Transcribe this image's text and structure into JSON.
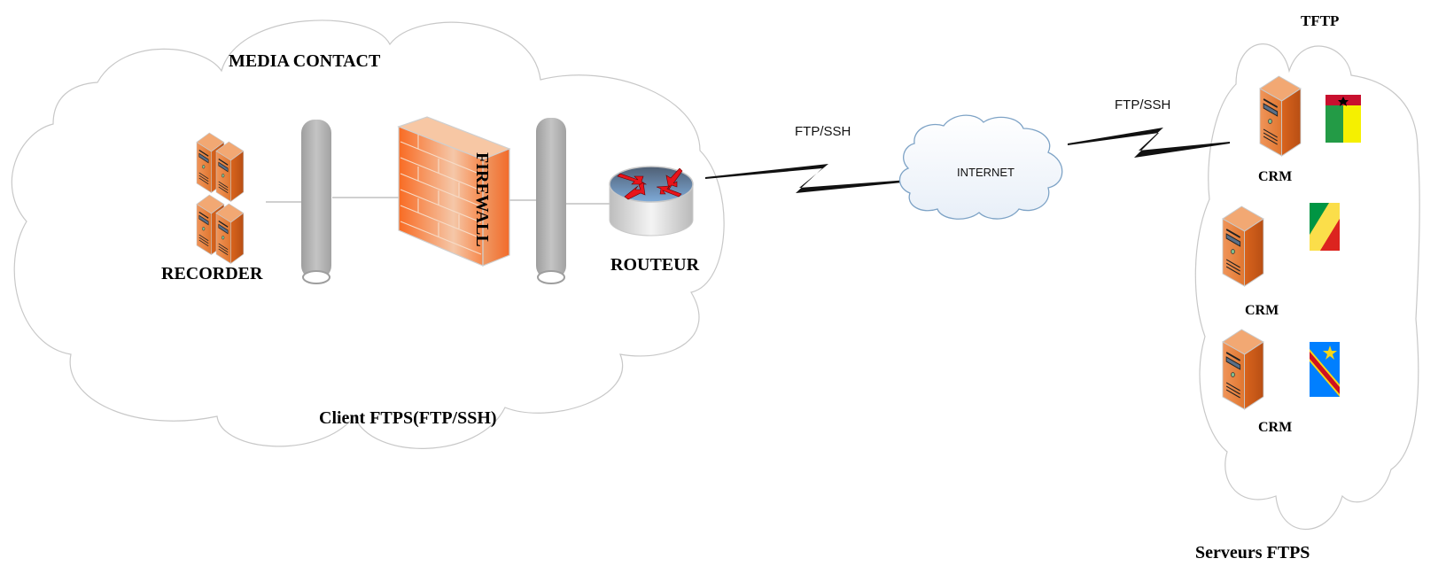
{
  "diagram": {
    "client_zone": {
      "title": "MEDIA CONTACT",
      "caption": "Client FTPS(FTP/SSH)",
      "recorder_label": "RECORDER",
      "firewall_label": "FIREWALL",
      "router_label": "ROUTEUR"
    },
    "links": {
      "wan_left_label": "FTP/SSH",
      "wan_right_label": "FTP/SSH"
    },
    "internet": {
      "label": "INTERNET"
    },
    "server_zone": {
      "title": "TFTP",
      "caption": "Serveurs FTPS",
      "servers": [
        {
          "label": "CRM",
          "flag": "guinea-bissau"
        },
        {
          "label": "CRM",
          "flag": "republic-of-congo"
        },
        {
          "label": "CRM",
          "flag": "dr-congo"
        }
      ]
    },
    "colors": {
      "server_orange": "#e2712a",
      "server_light": "#f2a873",
      "server_dark": "#c5561a",
      "firewall_orange": "#f26b2a",
      "router_blue": "#6f9bc8",
      "arrow_red": "#e8141b",
      "pipe_gray": "#b0b0b0",
      "internet_stroke": "#7ea3c6",
      "internet_fill": "#eef3f9"
    }
  }
}
